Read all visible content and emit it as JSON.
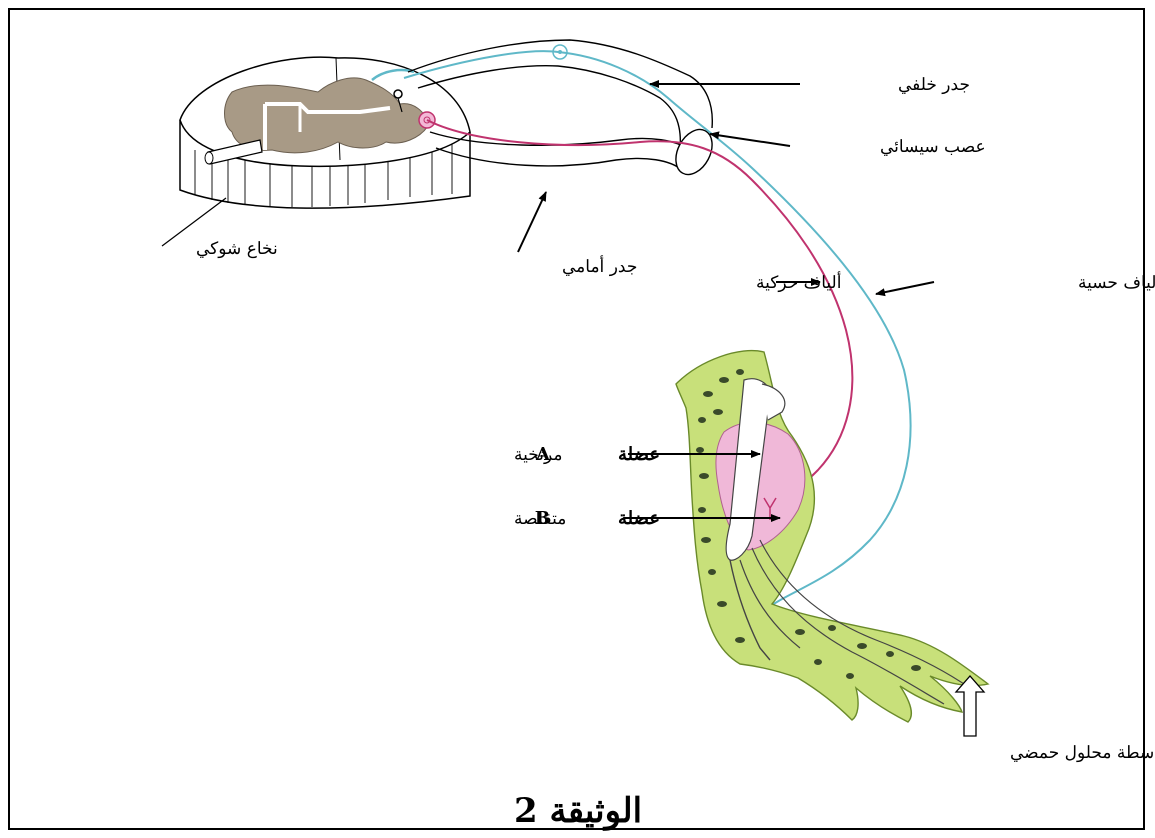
{
  "labels": {
    "dorsal_root": "جدر خلفي",
    "spinal_nerve": "عصب سيسائي",
    "spinal_cord": "نخاع شوكي",
    "ventral_root": "جدر أمامي",
    "motor_fibers": "ألياف حركية",
    "sensory_fibers": "ألياف حسية",
    "muscle_a_word": "عضلة",
    "muscle_a_letter": "A",
    "muscle_a_state": "مرتخية",
    "muscle_b_word": "عضلة",
    "muscle_b_letter": "B",
    "muscle_b_state": "متقلصة",
    "stimulus": "إهاجة فعالة بواسطة محلول حمضي"
  },
  "title": "الوثيقة 2",
  "colors": {
    "sensory": "#5fb8c8",
    "motor": "#c0336e",
    "leg_skin": "#c8e07a",
    "muscle": "#f0b8d8",
    "gray_matter": "#a89a86",
    "ink": "#000000"
  }
}
